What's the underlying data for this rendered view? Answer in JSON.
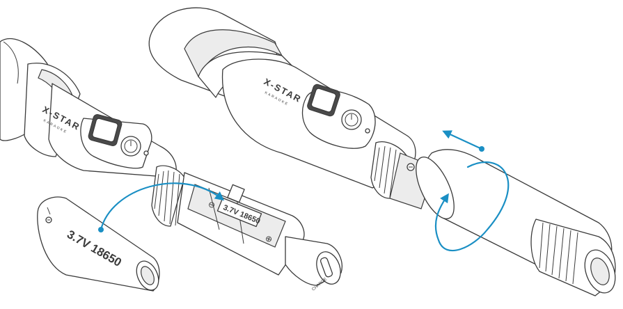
{
  "brand": {
    "name": "X-STAR",
    "sub": "KARAOKE"
  },
  "battery": {
    "label": "3.7V 18650"
  },
  "compartment": {
    "label": "3.7V 18650",
    "minus": "⊖",
    "plus": "⊕"
  },
  "port": {
    "label": "CHARGE"
  },
  "colors": {
    "line": "#3a3a3a",
    "accent": "#1a8fc4",
    "fill": "#ffffff"
  },
  "icons": {
    "power": "power-icon",
    "rotate": "rotate-arrow-icon"
  }
}
